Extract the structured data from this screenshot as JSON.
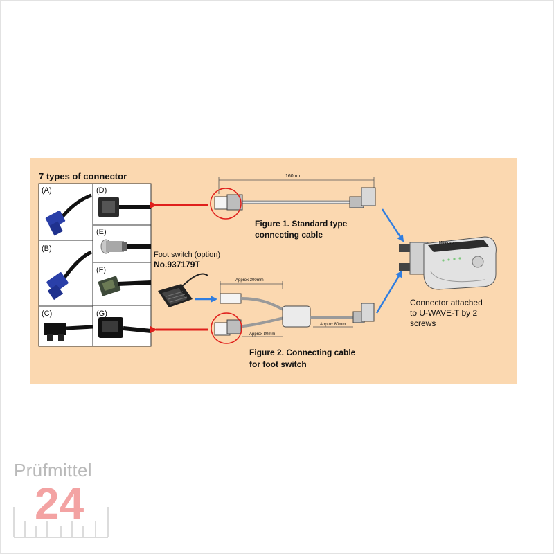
{
  "diagram": {
    "connector_heading": "7 types of connector",
    "connector_labels": [
      "(A)",
      "(D)",
      "(E)",
      "(B)",
      "(F)",
      "(C)",
      "(G)"
    ],
    "length_label": "160mm",
    "foot_switch_label": "Foot switch (option)",
    "foot_switch_number": "No.937179T",
    "figure1_line1": "Figure 1. Standard type",
    "figure1_line2": "connecting cable",
    "figure2_line1": "Figure 2. Connecting cable",
    "figure2_line2": "for foot switch",
    "approx_top": "Approx 300mm",
    "approx_mid": "Approx 80mm",
    "approx_right": "Approx 80mm",
    "attach_line1": "Connector attached",
    "attach_line2": "to U-WAVE-T by 2",
    "attach_line3": "screws",
    "device_brand": "Mitutoyo"
  },
  "logo": {
    "name": "Prüfmittel",
    "number": "24"
  },
  "colors": {
    "panel": "#fbd8b0",
    "arrow_red": "#e0201c",
    "arrow_blue": "#2f7de0",
    "logo_gray": "#b9b9b9",
    "logo_pink": "#f3a3a3"
  }
}
